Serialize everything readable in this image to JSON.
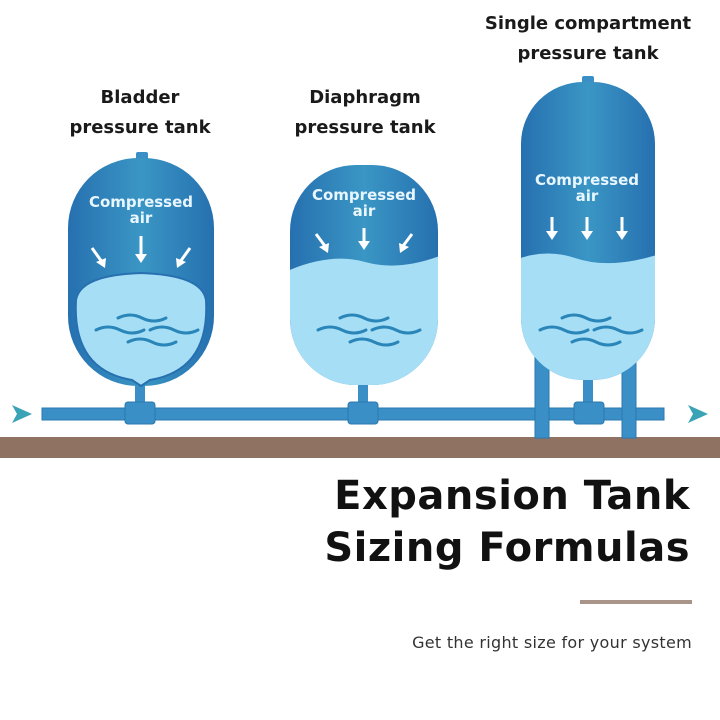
{
  "tanks": [
    {
      "label_line1": "Bladder",
      "label_line2": "pressure tank",
      "air_line1": "Compressed",
      "air_line2": "air"
    },
    {
      "label_line1": "Diaphragm",
      "label_line2": "pressure tank",
      "air_line1": "Compressed",
      "air_line2": "air"
    },
    {
      "label_line1": "Single compartment",
      "label_line2": "pressure tank",
      "air_line1": "Compressed",
      "air_line2": "air"
    }
  ],
  "heading": {
    "line1": "Expansion Tank",
    "line2": "Sizing Formulas"
  },
  "subtitle": "Get the right size for your system",
  "colors": {
    "tank": "#2b7cb9",
    "water": "#a6def6",
    "pipe": "#3a90c6",
    "ground": "#8f7262",
    "flow_arrow": "#3aa3b5",
    "rule": "#a89488"
  }
}
